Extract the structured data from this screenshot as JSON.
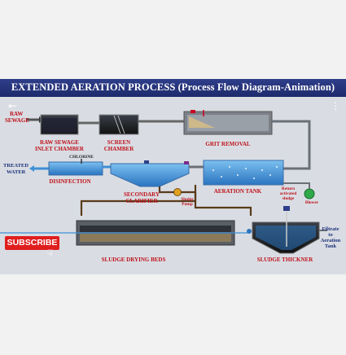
{
  "title": "EXTENDED AERATION PROCESS (Process Flow Diagram-Animation)",
  "labels": {
    "raw_sewage": [
      "RAW",
      "SEWAGE"
    ],
    "inlet_chamber": [
      "RAW SEWAGE",
      "INLET CHAMBER"
    ],
    "screen_chamber": [
      "SCREEN",
      "CHAMBER"
    ],
    "grit_removal": "GRIT REMOVAL",
    "treated_water": [
      "TREATED",
      "WATER"
    ],
    "chlorine": "CHLORINE",
    "disinfection": "DISINFECTION",
    "secondary_clarifier": [
      "SECONDARY",
      "CLARIFIER"
    ],
    "sludge_pump": [
      "Sludge",
      "Pump"
    ],
    "aeration_tank": "AERATION TANK",
    "return_sludge": [
      "Return",
      "activated",
      "sludge"
    ],
    "blower": "Blower",
    "sludge_drying_beds": "SLUDGE DRYING BEDS",
    "sludge_thickner": "SLUDGE THICKNER",
    "filtrate": [
      "Filtrate",
      "to",
      "Aeration",
      "Tank"
    ]
  },
  "subscribe_label": "SUBSCRIBE",
  "colors": {
    "title_bar": "#1d2a6b",
    "label_red": "#c0101a",
    "label_blue": "#1b2f7a",
    "water": "#3f8fd6",
    "pipe": "#6b6f78",
    "sludge_pipe": "#5a3a1a"
  },
  "icons": [
    "back-arrow-icon",
    "more-vert-icon",
    "hand-cursor-icon"
  ]
}
